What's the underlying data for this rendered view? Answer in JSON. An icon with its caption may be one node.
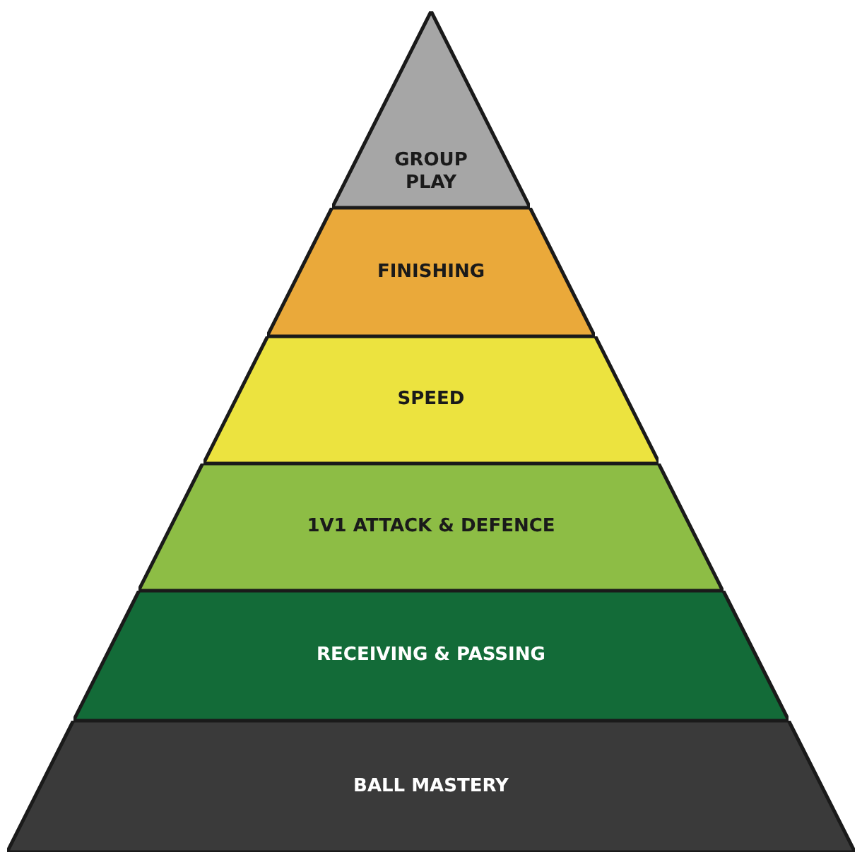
{
  "diagram": {
    "nodes": [
      {
        "text": [
          "GROUP PLAY"
        ]
      },
      {
        "text": [
          "FINISHING"
        ]
      },
      {
        "text": [
          "SPEED"
        ]
      },
      {
        "text": [
          "1V1 ATTACK & DEFENCE"
        ]
      },
      {
        "text": [
          "RECEIVING & PASSING"
        ]
      },
      {
        "text": [
          "BALL MASTERY"
        ]
      }
    ]
  }
}
